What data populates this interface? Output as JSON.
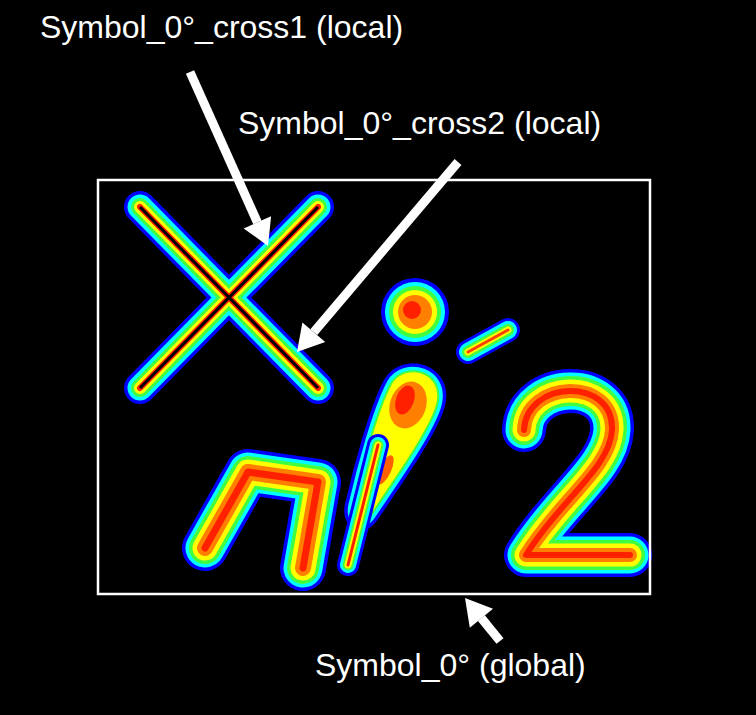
{
  "diagram": {
    "labels": [
      "Symbol_0°_cross1 (local)",
      "Symbol_0°_cross2 (local)",
      "Symbol_0° (global)"
    ]
  }
}
